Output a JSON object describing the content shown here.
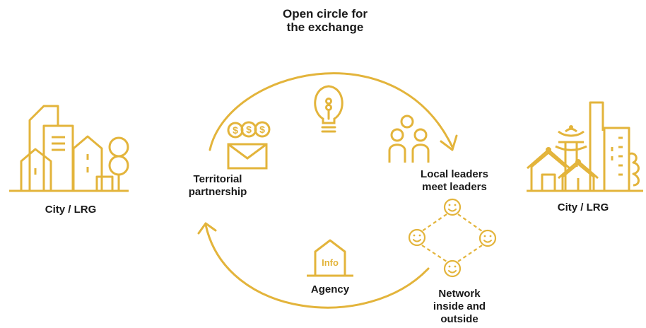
{
  "title": {
    "line1": "Open circle for",
    "line2": "the exchange"
  },
  "left_city": {
    "label": "City / LRG"
  },
  "right_city": {
    "label": "City / LRG"
  },
  "territorial": {
    "line1": "Territorial",
    "line2": "partnership"
  },
  "local_leaders": {
    "line1": "Local leaders",
    "line2": "meet leaders"
  },
  "network": {
    "line1": "Network",
    "line2": "inside and",
    "line3": "outside"
  },
  "agency": {
    "label": "Agency",
    "sign": "Info"
  },
  "colors": {
    "accent": "#E3B43B",
    "text": "#1a1a1a"
  },
  "icons": [
    "building-cluster-icon",
    "money-envelope-icon",
    "lightbulb-icon",
    "people-icon",
    "smiley-network-icon",
    "house-info-icon",
    "pagoda-city-icon"
  ]
}
